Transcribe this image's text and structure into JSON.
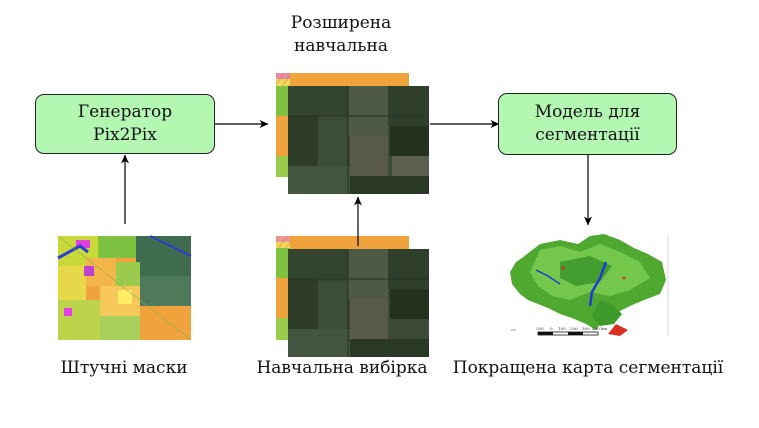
{
  "nodes": {
    "generator": {
      "line1": "Генератор",
      "line2": "Pix2Pix"
    },
    "segmentation_model": {
      "line1": "Модель для",
      "line2": "сегментації"
    }
  },
  "labels": {
    "augmented_top": "Розширена",
    "augmented_bottom": "навчальна",
    "masks": "Штучні маски",
    "training_set": "Навчальна вибірка",
    "improved_map": "Покращена карта сегментації"
  },
  "map_scale": [
    "200",
    "0",
    "100",
    "200",
    "300",
    "400 km"
  ]
}
